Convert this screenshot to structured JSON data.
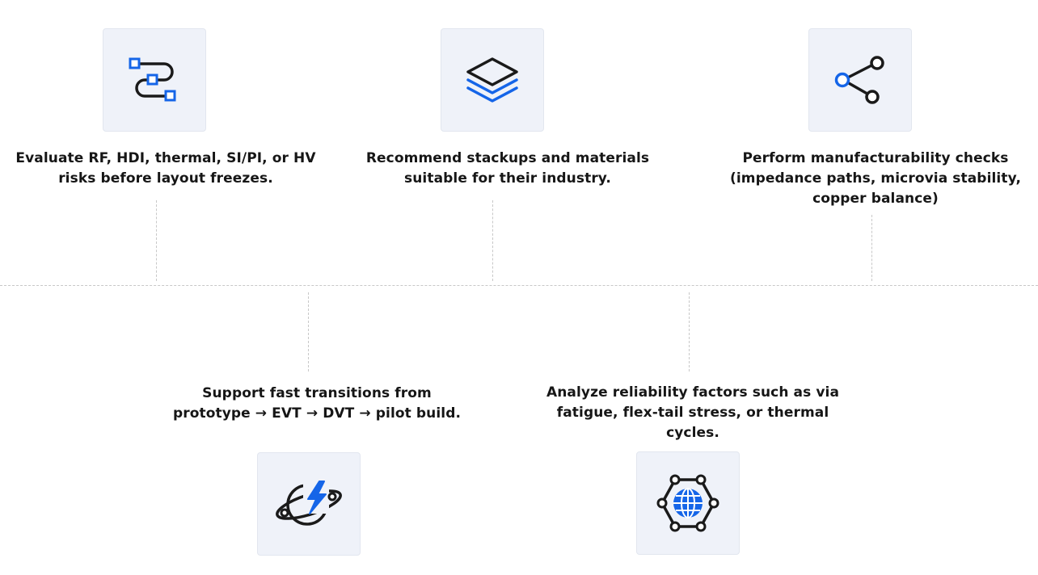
{
  "accent_color": "#1565e8",
  "ink_color": "#1a1a1a",
  "items": [
    {
      "icon": "routing-path-icon",
      "line1": "Evaluate RF, HDI, thermal, SI/PI, or HV",
      "line2": "risks before layout freezes."
    },
    {
      "icon": "layer-stack-icon",
      "line1": "Recommend stackups and materials",
      "line2": "suitable for their industry."
    },
    {
      "icon": "share-nodes-icon",
      "line1": "Perform manufacturability checks",
      "line2": "(impedance paths, microvia stability,",
      "line3": "copper balance)"
    },
    {
      "icon": "orbit-lightning-icon",
      "line1": "Support fast transitions from",
      "line2": "prototype → EVT → DVT → pilot build."
    },
    {
      "icon": "globe-network-icon",
      "line1": "Analyze reliability factors such as via",
      "line2": "fatigue, flex-tail stress, or thermal",
      "line3": "cycles."
    }
  ]
}
